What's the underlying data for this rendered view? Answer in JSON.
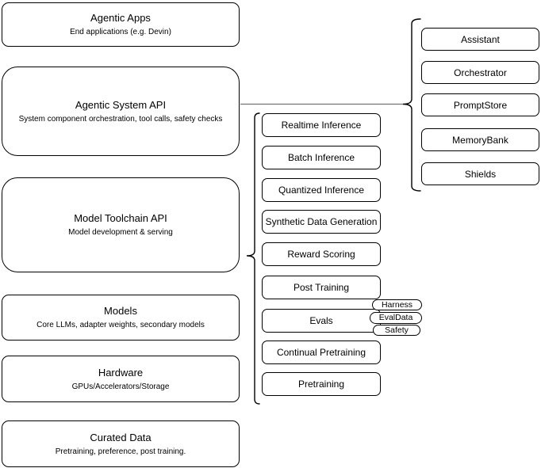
{
  "diagram": {
    "left_stack": [
      {
        "title": "Agentic Apps",
        "subtitle": "End applications (e.g. Devin)"
      },
      {
        "title": "Agentic System API",
        "subtitle": "System component orchestration, tool calls, safety checks"
      },
      {
        "title": "Model Toolchain API",
        "subtitle": "Model development & serving"
      },
      {
        "title": "Models",
        "subtitle": "Core LLMs, adapter weights, secondary models"
      },
      {
        "title": "Hardware",
        "subtitle": "GPUs/Accelerators/Storage"
      },
      {
        "title": "Curated Data",
        "subtitle": "Pretraining, preference, post training."
      }
    ],
    "toolchain": {
      "items": [
        "Realtime Inference",
        "Batch Inference",
        "Quantized Inference",
        "Synthetic Data Generation",
        "Reward Scoring",
        "Post Training",
        "Evals",
        "Continual Pretraining",
        "Pretraining"
      ]
    },
    "evals_tags": [
      "Harness",
      "EvalData",
      "Safety"
    ],
    "system_components": [
      "Assistant",
      "Orchestrator",
      "PromptStore",
      "MemoryBank",
      "Shields"
    ],
    "colors": {
      "background": "#ffffff",
      "box_fill": "#ffffff",
      "box_border": "#000000",
      "text": "#000000",
      "connector": "#737373",
      "bracket": "#000000"
    }
  }
}
